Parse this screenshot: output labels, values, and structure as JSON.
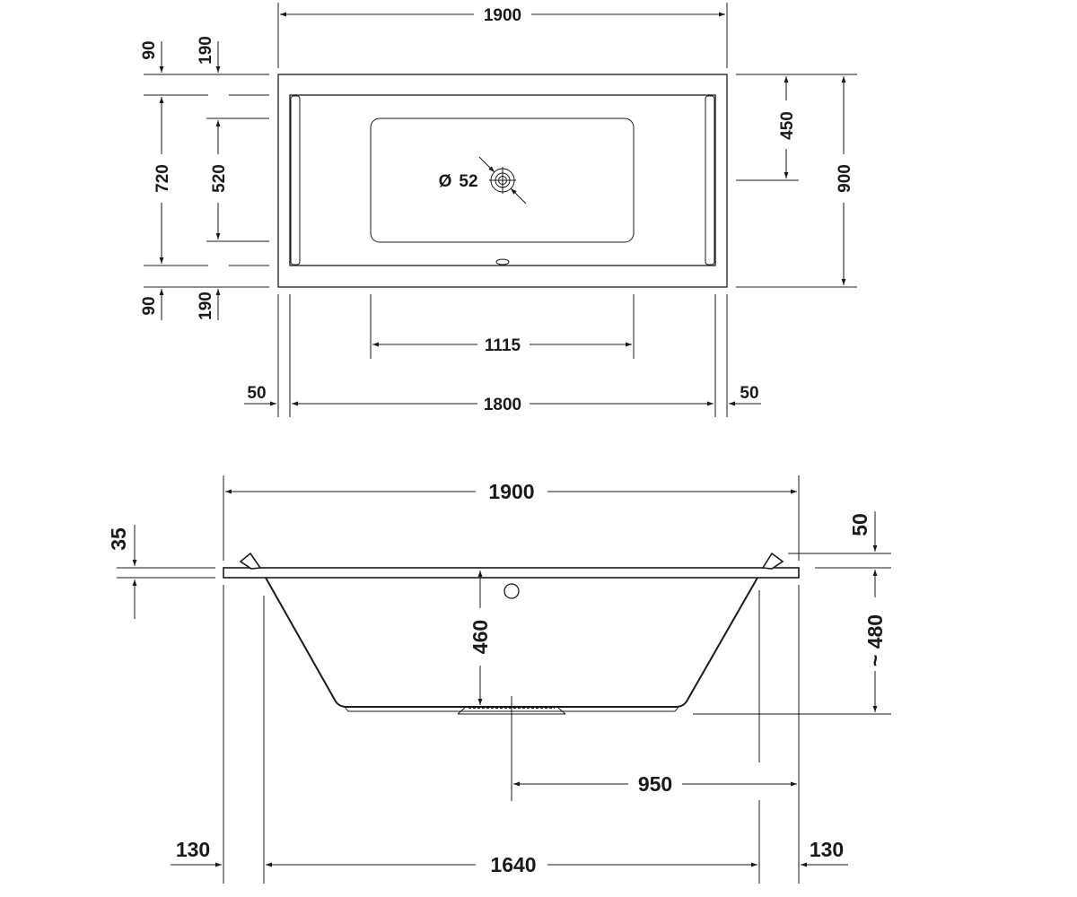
{
  "top_view": {
    "dims": {
      "overall_length": "1900",
      "overall_width": "900",
      "rim_top_left": "90",
      "rim_top_right": "190",
      "inner_width_left": "720",
      "inner_width_right": "520",
      "rim_bottom_left": "90",
      "rim_bottom_right": "190",
      "drain_offset": "450",
      "drain_diameter": "52",
      "drain_diameter_symbol": "Ø",
      "floor_length": "1115",
      "inner_length": "1800",
      "rim_end_left": "50",
      "rim_end_right": "50"
    }
  },
  "side_view": {
    "dims": {
      "overall_length": "1900",
      "rim_thickness": "35",
      "rim_to_top": "50",
      "depth": "460",
      "overall_height": "~ 480",
      "drain_position": "950",
      "base_length": "1640",
      "overhang_left": "130",
      "overhang_right": "130"
    }
  }
}
